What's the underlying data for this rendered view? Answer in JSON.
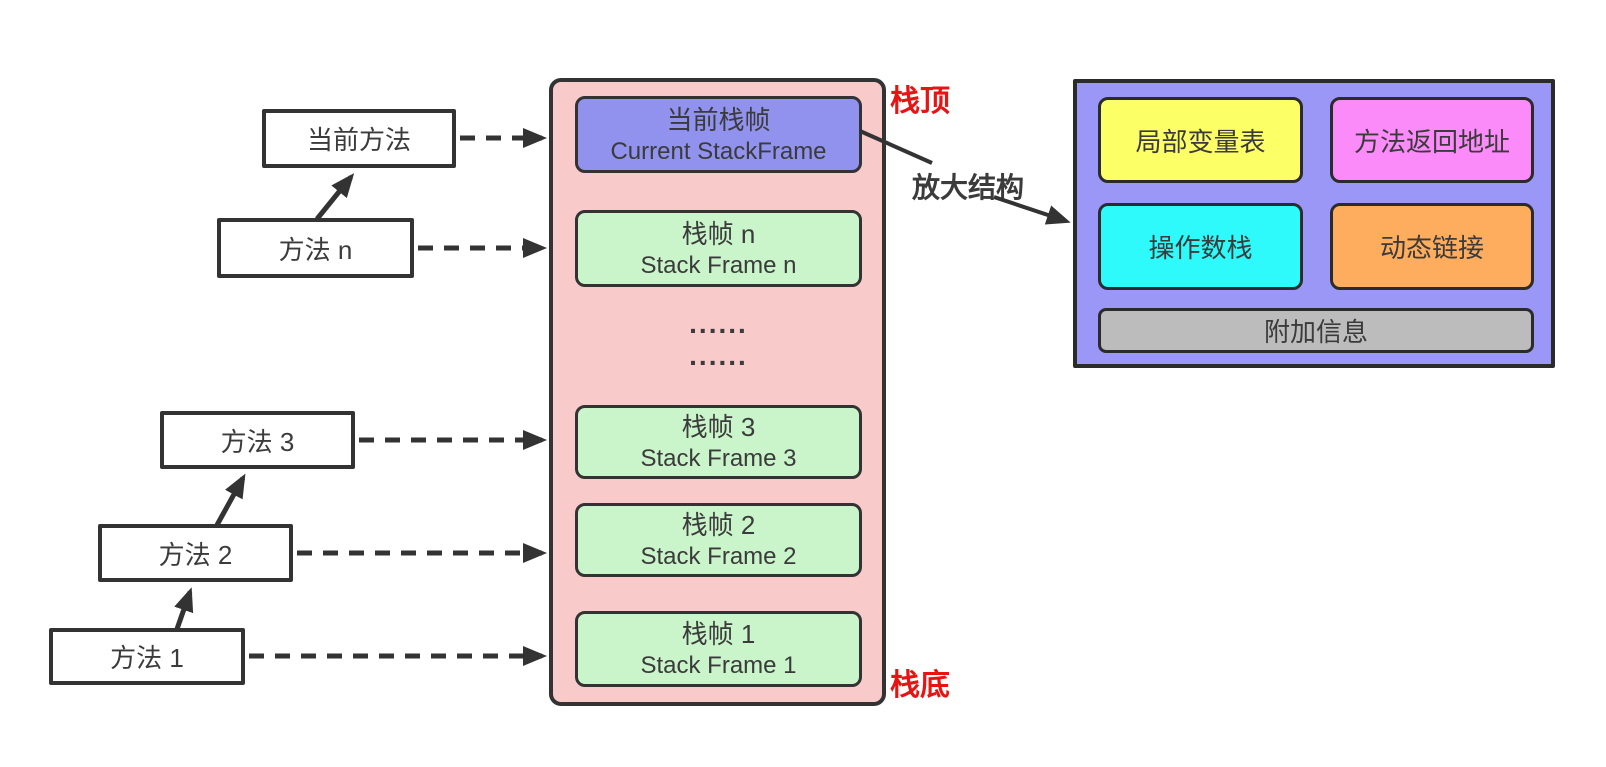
{
  "colors": {
    "stack_bg": "#f9caca",
    "current_frame_bg": "#9191ee",
    "frame_bg": "#caf4c9",
    "method_bg": "#ffffff",
    "detail_bg": "#9b97f7",
    "local_vars_bg": "#fdff66",
    "return_addr_bg": "#fb8bf9",
    "operand_stack_bg": "#2ef9fb",
    "dynamic_link_bg": "#fdad5d",
    "extra_info_bg": "#bcbcbc",
    "label_red": "#e81414",
    "line_color": "#333333"
  },
  "stack": {
    "top_label": "栈顶",
    "bottom_label": "栈底",
    "frames": [
      {
        "zh": "当前栈帧",
        "en": "Current StackFrame"
      },
      {
        "zh": "栈帧 n",
        "en": "Stack Frame n"
      },
      {
        "zh": "栈帧 3",
        "en": "Stack Frame 3"
      },
      {
        "zh": "栈帧 2",
        "en": "Stack Frame 2"
      },
      {
        "zh": "栈帧 1",
        "en": "Stack Frame 1"
      }
    ],
    "ellipsis": [
      "......",
      "......"
    ]
  },
  "methods": [
    {
      "label": "当前方法"
    },
    {
      "label": "方法 n"
    },
    {
      "label": "方法 3"
    },
    {
      "label": "方法 2"
    },
    {
      "label": "方法 1"
    }
  ],
  "zoom_arrow_label": "放大结构",
  "detail": {
    "cells": [
      {
        "label": "局部变量表"
      },
      {
        "label": "方法返回地址"
      },
      {
        "label": "操作数栈"
      },
      {
        "label": "动态链接"
      },
      {
        "label": "附加信息"
      }
    ]
  }
}
